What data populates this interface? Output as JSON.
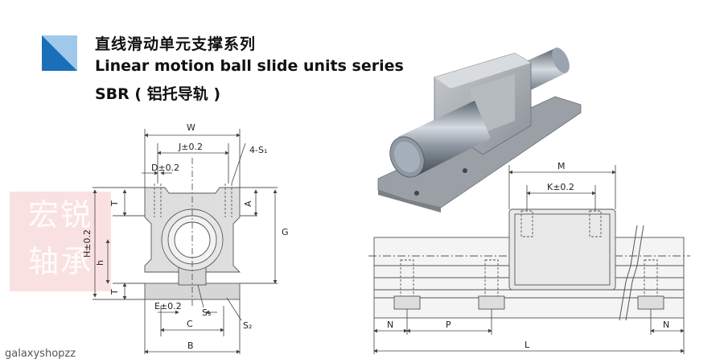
{
  "header": {
    "title_cn": "直线滑动单元支撑系列",
    "title_en": "Linear motion ball slide units series",
    "model": "SBR ( 铝托导轨 )",
    "icon": "blue-triangle-icon"
  },
  "watermark": {
    "line1": "宏锐",
    "line2": "轴承"
  },
  "shop": "galaxyshopzz",
  "front_view": {
    "labels": {
      "W": "W",
      "J": "J±0.2",
      "S1": "4-S₁",
      "D": "D±0.2",
      "T_top": "T",
      "A": "A",
      "H": "H±0.2",
      "G": "G",
      "h": "h",
      "T_bottom": "T",
      "E": "E±0.2",
      "S3": "S₃",
      "C": "C",
      "S2": "S₂",
      "B": "B"
    }
  },
  "side_view": {
    "labels": {
      "M": "M",
      "K": "K±0.2",
      "N_left": "N",
      "P": "P",
      "N_right": "N",
      "L": "L"
    }
  },
  "colors": {
    "accent": "#1a6fb8",
    "line": "#555555",
    "block": "#c8c8c8"
  }
}
